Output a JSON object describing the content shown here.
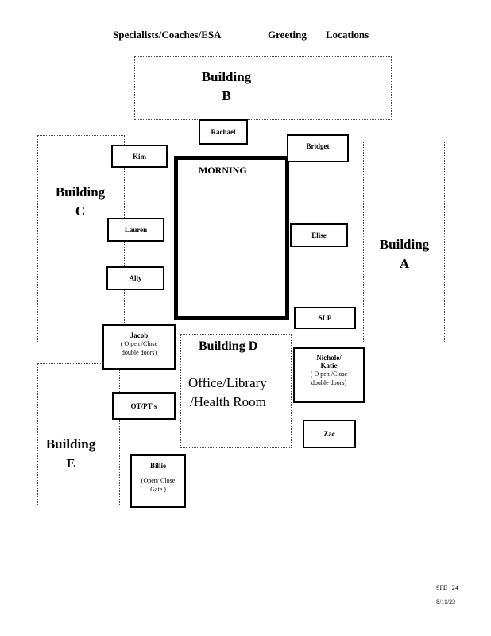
{
  "header": {
    "left": "Specialists/Coaches/ESA",
    "greeting": "Greeting",
    "locations": "Locations"
  },
  "buildings": {
    "b": {
      "line1": "Building",
      "line2": "B"
    },
    "c": {
      "line1": "Building",
      "line2": "C"
    },
    "a": {
      "line1": "Building",
      "line2": "A"
    },
    "e": {
      "line1": "Building",
      "line2": "E"
    },
    "d": {
      "title": "Building D",
      "line1": "Office/Library",
      "line2": "/Health Room"
    }
  },
  "morning": "MORNING",
  "stations": {
    "rachael": "Rachael",
    "bridget": "Bridget",
    "kim": "Kim",
    "lauren": "Lauren",
    "ally": "Ally",
    "elise": "Elise",
    "slp": "SLP",
    "jacob": {
      "name": "Jacob",
      "note1": "( O pen  /Close",
      "note2": "double     doors)"
    },
    "nichole_katie": {
      "name1": "Nichole/",
      "name2": "Katie",
      "note1": "( O pen   /Close",
      "note2": "double     doors)"
    },
    "otpt": "OT/PT's",
    "zac": "Zac",
    "billie": {
      "name": "Billie",
      "note1": "(Open/     Close",
      "note2": "Gate   )"
    }
  },
  "footer": {
    "code": "SFE   24",
    "date": "8/11/23"
  }
}
